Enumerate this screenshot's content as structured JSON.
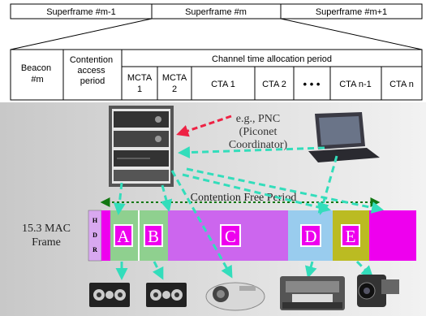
{
  "superframes": [
    "Superframe #m-1",
    "Superframe #m",
    "Superframe #m+1"
  ],
  "fields": {
    "beacon": "Beacon #m",
    "cap": "Contention access period",
    "ctap": "Channel time allocation period",
    "slots": [
      "MCTA 1",
      "MCTA 2",
      "CTA 1",
      "CTA 2",
      "• • •",
      "CTA n-1",
      "CTA n"
    ]
  },
  "network": {
    "pnc_label_1": "e.g., PNC",
    "pnc_label_2": "(Piconet",
    "pnc_label_3": "Coordinator)",
    "cfp_label": "Contention Free Period",
    "frame_label_1": "15.3 MAC",
    "frame_label_2": "Frame",
    "hdr": [
      "H",
      "D",
      "R"
    ],
    "blocks": [
      "A",
      "B",
      "C",
      "D",
      "E"
    ]
  },
  "colors": {
    "green": "#8fd08f",
    "purple": "#cc66ee",
    "light_blue": "#99ccee",
    "magenta": "#ee00ee",
    "olive": "#bbbb22",
    "link": "#33ddbb",
    "pnc_arrow": "#ee2244"
  },
  "icons": [
    "av-rack-icon",
    "laptop-icon",
    "speaker-icon",
    "speaker-icon",
    "projector-icon",
    "printer-icon",
    "camcorder-icon"
  ]
}
